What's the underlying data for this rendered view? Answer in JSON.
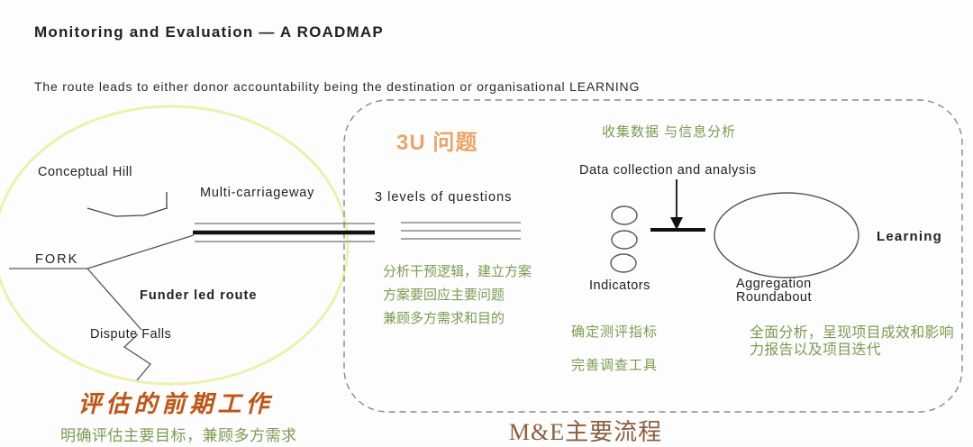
{
  "header": {
    "title": "Monitoring and Evaluation — A ROADMAP",
    "subtitle": "The route leads to either donor accountability being the destination or organisational LEARNING"
  },
  "preparation": {
    "conceptual_hill": "Conceptual Hill",
    "multi_carriageway": "Multi-carriageway",
    "fork": "FORK",
    "funder_led_route": "Funder led route",
    "dispute_falls": "Dispute Falls",
    "stage_title": "评估的前期工作",
    "stage_note": "明确评估主要目标，兼顾多方需求"
  },
  "process_box": {
    "three_u_title": "3U 问题",
    "three_levels": "3 levels of questions",
    "question_notes": [
      "分析干预逻辑，建立方案",
      "方案要回应主要问题",
      "兼顾多方需求和目的"
    ],
    "collection_cn": "收集数据 与信息分析",
    "collection_en": "Data collection and analysis",
    "indicators": "Indicators",
    "aggregation_line1": "Aggregation",
    "aggregation_line2": "Roundabout",
    "learning": "Learning",
    "indicator_note1": "确定测评指标",
    "indicator_note2": "完善调查工具",
    "analysis_note": "全面分析，呈现项目成效和影响力报告以及项目迭代"
  },
  "footer": {
    "process_title": "M&E主要流程"
  },
  "colors": {
    "accent_orange": "#e8a567",
    "calligraphy_orange": "#bb551e",
    "annotation_green": "#7d9b52",
    "process_brown": "#8b5f3f",
    "ellipse_yellow": "#eef0ae",
    "dash_gray": "#8a8a8a",
    "line_dark": "#444444",
    "road_black": "#111111"
  }
}
